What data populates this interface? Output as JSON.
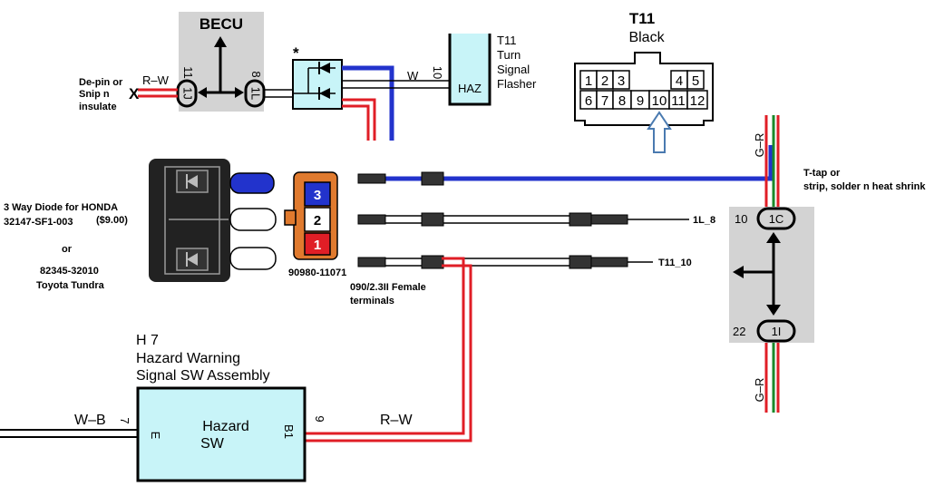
{
  "colors": {
    "red": "#e01e26",
    "blue": "#2233cc",
    "green": "#1a8a2a",
    "gray_box": "#d3d3d3",
    "cyan_box": "#c8f4f8",
    "diode_body": "#222222",
    "orange_conn": "#e07a2e"
  },
  "becu": {
    "title": "BECU",
    "pin_left_num": "11",
    "pin_left_code": "1J",
    "pin_right_num": "8",
    "pin_right_code": "1L",
    "asterisk": "*"
  },
  "depin": {
    "line1": "De-pin or",
    "line2": "Snip n",
    "line3": "insulate",
    "x_mark": "X",
    "wire": "R–W"
  },
  "flasher": {
    "pin": "10",
    "code": "HAZ",
    "wire": "W",
    "label1": "T11",
    "label2": "Turn",
    "label3": "Signal",
    "label4": "Flasher"
  },
  "t11": {
    "title": "T11",
    "subtitle": "Black",
    "top_pins": [
      "1",
      "2",
      "3",
      "4",
      "5"
    ],
    "bottom_pins": [
      "6",
      "7",
      "8",
      "9",
      "10",
      "11",
      "12"
    ]
  },
  "diode": {
    "line1": "3 Way Diode for HONDA",
    "line2": "32147-SF1-003",
    "price": "($9.00)",
    "or": "or",
    "alt1": "82345-32010",
    "alt2": "Toyota Tundra"
  },
  "connector": {
    "pins": [
      "3",
      "2",
      "1"
    ],
    "part": "90980-11071"
  },
  "terminals": {
    "line1": "090/2.3II Female",
    "line2": "terminals"
  },
  "wire_labels": {
    "w1": "1L_8",
    "w2": "T11_10"
  },
  "tap": {
    "line1": "T-tap or",
    "line2": "strip, solder n heat shrink",
    "wire_top": "G–R",
    "wire_bottom": "G–R",
    "pin_top_num": "10",
    "pin_top_code": "1C",
    "pin_bottom_num": "22",
    "pin_bottom_code": "1I"
  },
  "hazard": {
    "line1": "H 7",
    "line2": "Hazard Warning",
    "line3": "Signal SW Assembly",
    "body1": "Hazard",
    "body2": "SW",
    "pin_e": "E",
    "pin_b1": "B1",
    "num_left": "7",
    "num_right": "9",
    "wire_left": "W–B",
    "wire_right": "R–W"
  }
}
